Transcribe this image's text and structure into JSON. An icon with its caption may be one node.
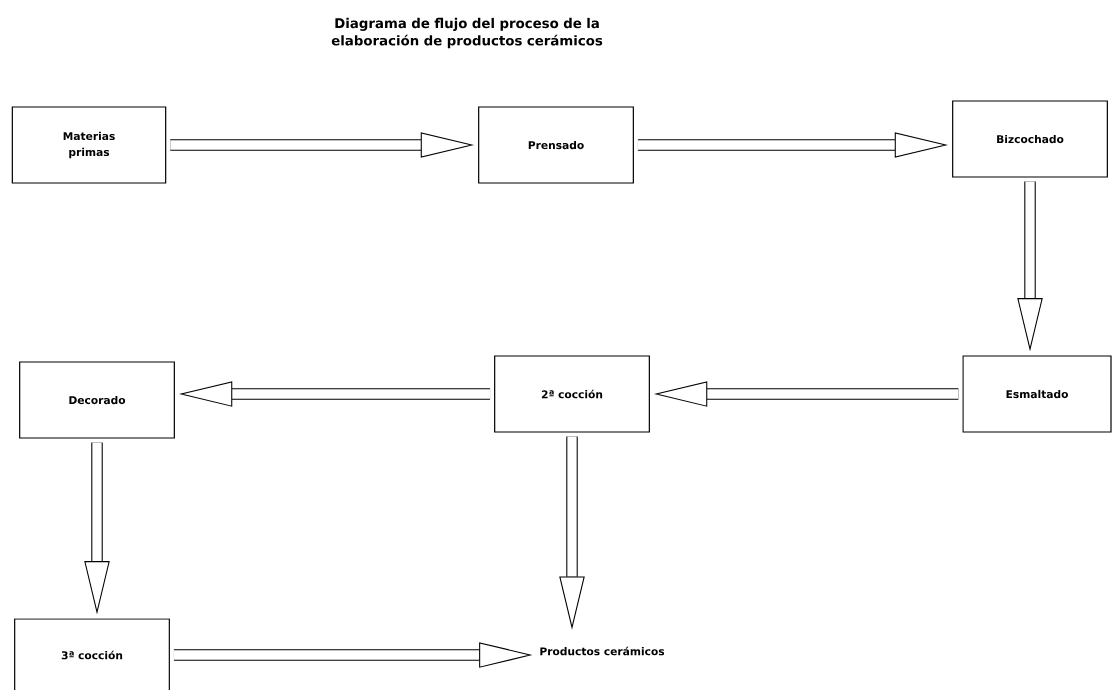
{
  "diagram": {
    "title": "Diagrama de flujo del proceso de la elaboración de productos cerámicos",
    "nodes": [
      {
        "text": [
          "Materias primas"
        ]
      },
      {
        "text": [
          "Prensado"
        ]
      },
      {
        "text": [
          "Bizcochado"
        ]
      },
      {
        "text": [
          "Esmaltado"
        ]
      },
      {
        "text": [
          "2ª cocción"
        ]
      },
      {
        "text": [
          "Decorado"
        ]
      },
      {
        "text": [
          "3ª cocción"
        ]
      },
      {
        "text": [
          "Productos cerámicos"
        ]
      }
    ],
    "edges": [
      {
        "from": 0,
        "to": 1,
        "arrow": "to"
      },
      {
        "from": 1,
        "to": 2,
        "arrow": "to"
      },
      {
        "from": 2,
        "to": 3,
        "arrow": "to"
      },
      {
        "from": 3,
        "to": 4,
        "arrow": "to"
      },
      {
        "from": 4,
        "to": 5,
        "arrow": "to"
      },
      {
        "from": 5,
        "to": 6,
        "arrow": "to"
      },
      {
        "from": 4,
        "to": 7,
        "arrow": "to"
      },
      {
        "from": 6,
        "to": 7,
        "arrow": "to"
      }
    ]
  }
}
